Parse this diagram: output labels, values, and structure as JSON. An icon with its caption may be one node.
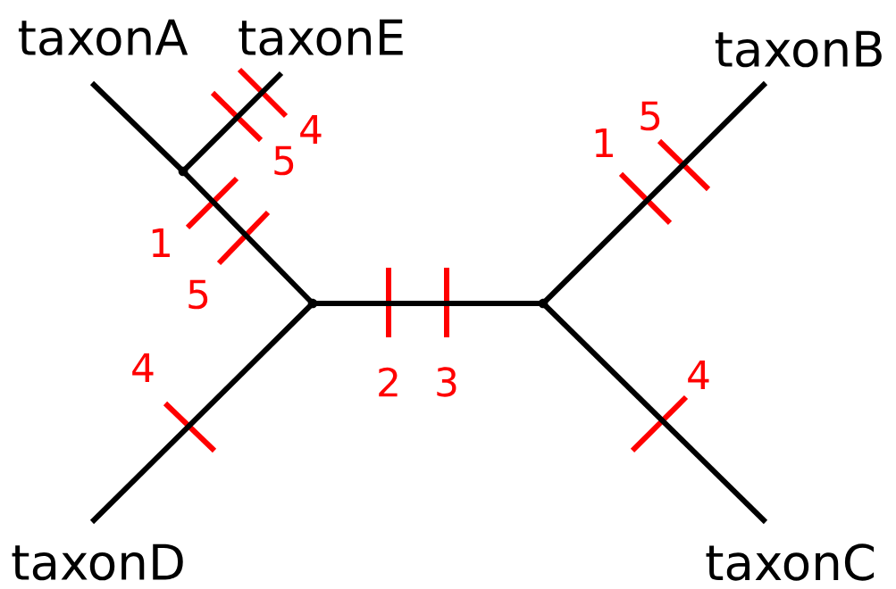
{
  "diagram": {
    "nodes": [
      {
        "text": [
          "taxonA"
        ]
      },
      {
        "text": [
          "taxonE"
        ]
      },
      {
        "text": [
          "taxonB"
        ]
      },
      {
        "text": [
          "taxonD"
        ]
      },
      {
        "text": [
          "taxonC"
        ]
      },
      {
        "text": [],
        "shape": "point"
      },
      {
        "text": [],
        "shape": "point"
      },
      {
        "text": [],
        "shape": "point"
      }
    ],
    "edges": [
      {
        "from": 0,
        "to": 5,
        "arrow": "none"
      },
      {
        "from": 1,
        "to": 5,
        "arrow": "none"
      },
      {
        "from": 5,
        "to": 6,
        "arrow": "none"
      },
      {
        "from": 6,
        "to": 3,
        "arrow": "none"
      },
      {
        "from": 6,
        "to": 7,
        "arrow": "none"
      },
      {
        "from": 7,
        "to": 2,
        "arrow": "none"
      },
      {
        "from": 7,
        "to": 4,
        "arrow": "none"
      }
    ],
    "labels": [
      "5",
      "4",
      "1",
      "5",
      "1",
      "5",
      "4",
      "4",
      "2",
      "3"
    ]
  }
}
